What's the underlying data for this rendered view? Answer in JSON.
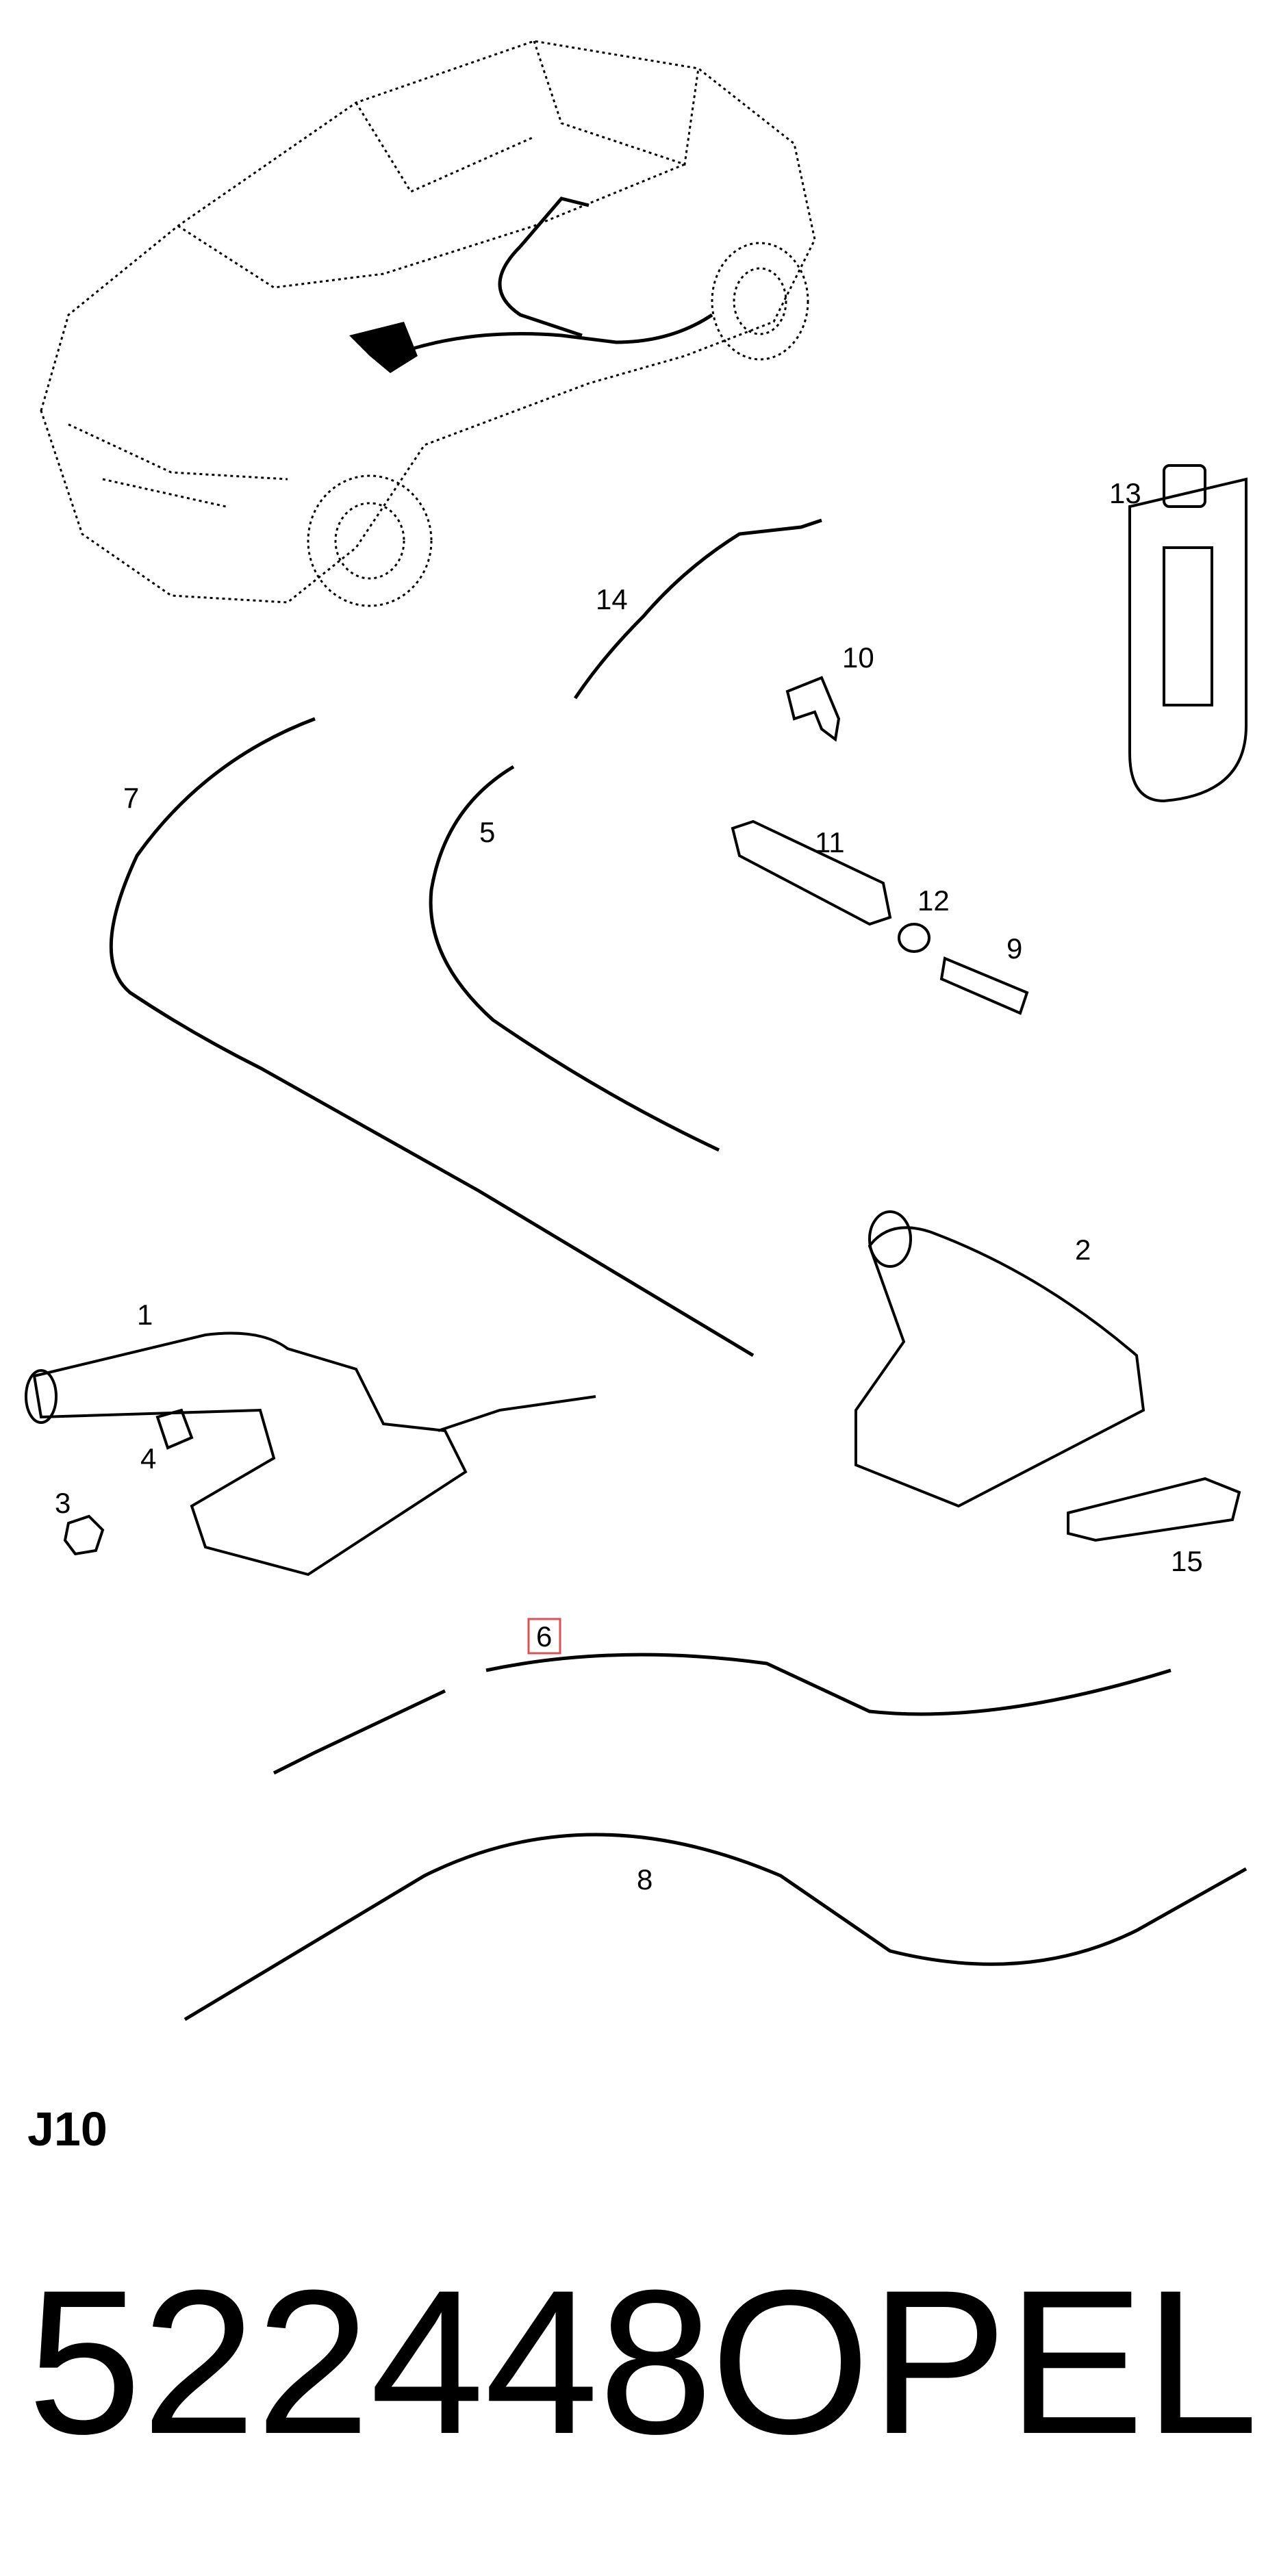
{
  "diagram": {
    "callouts": [
      {
        "id": "1",
        "label": "1"
      },
      {
        "id": "2",
        "label": "2"
      },
      {
        "id": "3",
        "label": "3"
      },
      {
        "id": "4",
        "label": "4"
      },
      {
        "id": "5",
        "label": "5"
      },
      {
        "id": "6",
        "label": "6",
        "highlighted": true,
        "highlight_color": "#e05050"
      },
      {
        "id": "7",
        "label": "7"
      },
      {
        "id": "8",
        "label": "8"
      },
      {
        "id": "9",
        "label": "9"
      },
      {
        "id": "10",
        "label": "10"
      },
      {
        "id": "11",
        "label": "11"
      },
      {
        "id": "12",
        "label": "12"
      },
      {
        "id": "13",
        "label": "13"
      },
      {
        "id": "14",
        "label": "14"
      },
      {
        "id": "15",
        "label": "15"
      }
    ]
  },
  "section_code": "J10",
  "part_number": "522448",
  "brand": "OPEL",
  "colors": {
    "line": "#000000",
    "highlight": "#e05050",
    "background": "#ffffff"
  }
}
